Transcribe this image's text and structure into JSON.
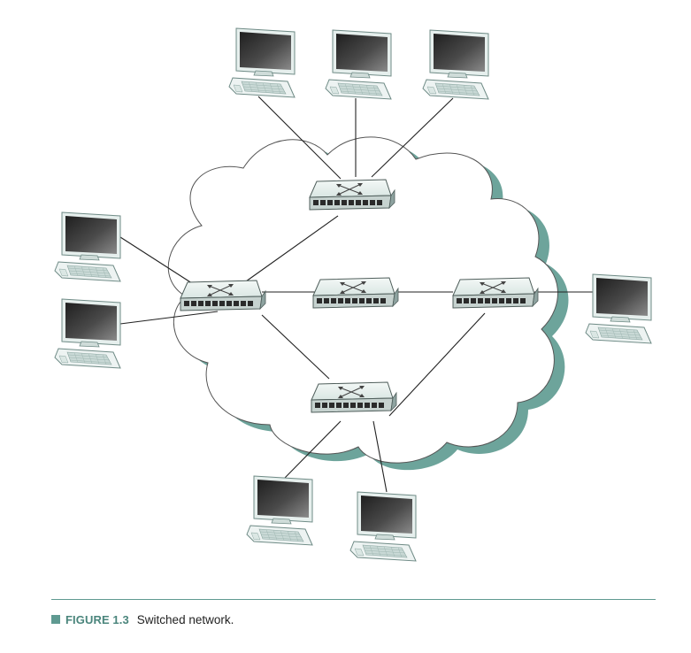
{
  "colors": {
    "accent": "#5f9a91",
    "cloud_shadow": "#6da49b",
    "cloud_fill": "#ffffff",
    "cloud_stroke": "#555555",
    "screen": "#2e2e2e",
    "computer_body": "#eef4f3"
  },
  "caption": {
    "label": "FIGURE 1.3",
    "text": "Switched network."
  },
  "diagram": {
    "nodes": [
      {
        "id": "switch-top",
        "kind": "switch-icon"
      },
      {
        "id": "switch-left",
        "kind": "switch-icon"
      },
      {
        "id": "switch-center",
        "kind": "switch-icon"
      },
      {
        "id": "switch-right",
        "kind": "switch-icon"
      },
      {
        "id": "switch-bottom",
        "kind": "switch-icon"
      },
      {
        "id": "computer-top-1",
        "kind": "computer-icon"
      },
      {
        "id": "computer-top-2",
        "kind": "computer-icon"
      },
      {
        "id": "computer-top-3",
        "kind": "computer-icon"
      },
      {
        "id": "computer-left-1",
        "kind": "computer-icon"
      },
      {
        "id": "computer-left-2",
        "kind": "computer-icon"
      },
      {
        "id": "computer-right-1",
        "kind": "computer-icon"
      },
      {
        "id": "computer-bottom-1",
        "kind": "computer-icon"
      },
      {
        "id": "computer-bottom-2",
        "kind": "computer-icon"
      }
    ],
    "links": [
      [
        "computer-top-1",
        "switch-top"
      ],
      [
        "computer-top-2",
        "switch-top"
      ],
      [
        "computer-top-3",
        "switch-top"
      ],
      [
        "switch-top",
        "switch-left"
      ],
      [
        "computer-left-1",
        "switch-left"
      ],
      [
        "computer-left-2",
        "switch-left"
      ],
      [
        "switch-left",
        "switch-center"
      ],
      [
        "switch-center",
        "switch-right"
      ],
      [
        "computer-right-1",
        "switch-right"
      ],
      [
        "switch-left",
        "switch-bottom"
      ],
      [
        "switch-right",
        "switch-bottom"
      ],
      [
        "switch-bottom",
        "computer-bottom-1"
      ],
      [
        "switch-bottom",
        "computer-bottom-2"
      ]
    ]
  }
}
